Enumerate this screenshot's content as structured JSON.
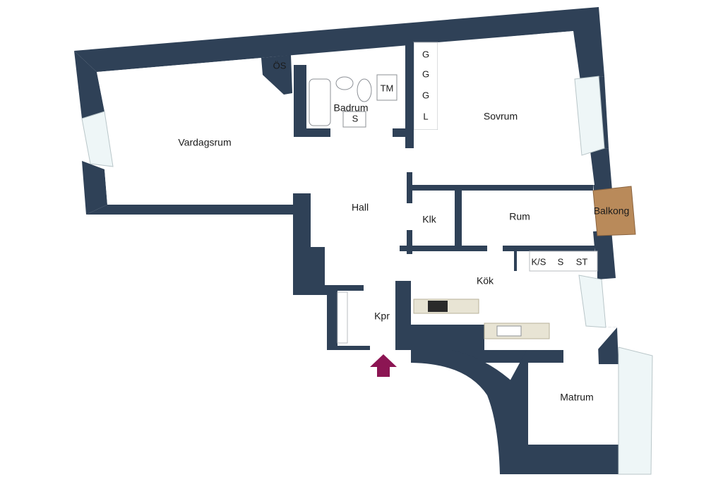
{
  "rooms": {
    "vardagsrum": "Vardagsrum",
    "sovrum": "Sovrum",
    "badrum": "Badrum",
    "hall": "Hall",
    "klk": "Klk",
    "rum": "Rum",
    "kok": "Kök",
    "kpr": "Kpr",
    "matrum": "Matrum",
    "balkong": "Balkong"
  },
  "closets": {
    "os": "ÖS",
    "g1": "G",
    "g2": "G",
    "g3": "G",
    "l": "L",
    "tm": "TM",
    "s_bath": "S",
    "ks": "K/S",
    "s_kitchen": "S",
    "st": "ST"
  },
  "colors": {
    "wall": "#2f4157",
    "entrance_arrow": "#8c1553",
    "balcony": "#b98a5a"
  },
  "icons": {
    "entrance": "entrance-arrow-icon"
  }
}
